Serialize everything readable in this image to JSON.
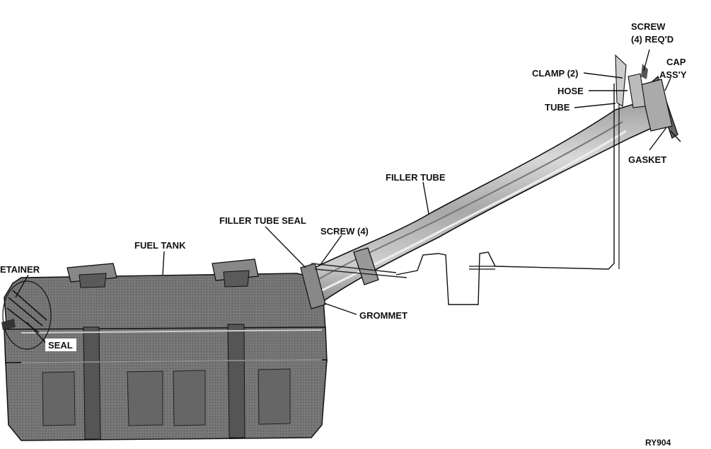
{
  "labels": {
    "screw_4_reqd_line1": "SCREW",
    "screw_4_reqd_line2": "(4) REQ'D",
    "cap_assy_line1": "CAP",
    "cap_assy_line2": "ASS'Y",
    "clamp": "CLAMP (2)",
    "hose": "HOSE",
    "tube": "TUBE",
    "gasket": "GASKET",
    "filler_tube": "FILLER TUBE",
    "filler_tube_seal": "FILLER TUBE SEAL",
    "screw_4": "SCREW (4)",
    "fuel_tank": "FUEL TANK",
    "retainer": "ETAINER",
    "seal": "SEAL",
    "grommet": "GROMMET",
    "figure_code": "RY904"
  },
  "colors": {
    "ink": "#111111",
    "tank_fill": "#6f6f6f",
    "tank_dark": "#4a4a4a",
    "tube_light": "#bdbdbd",
    "background": "#ffffff"
  }
}
